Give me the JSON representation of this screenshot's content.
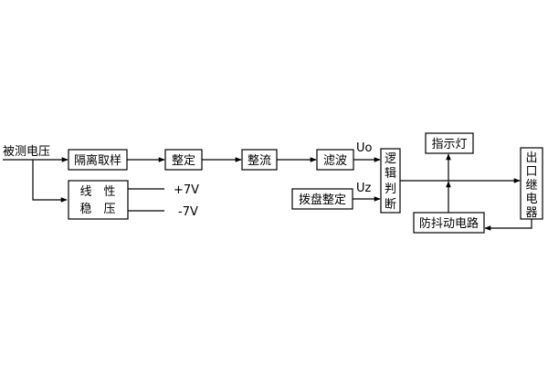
{
  "input_label": "被测电压",
  "blocks": {
    "isolation_sampling": "隔离取样",
    "regulator_line1": "线　性",
    "regulator_line2": "稳　压",
    "shaping_1": "整定",
    "rectifier": "整流",
    "filter": "滤波",
    "dial_setting": "拨盘整定",
    "logic_c1": "逻",
    "logic_c2": "辑",
    "logic_c3": "判",
    "logic_c4": "断",
    "indicator_lamp": "指示灯",
    "anti_jitter": "防抖动电路",
    "relay_c1": "出",
    "relay_c2": "口",
    "relay_c3": "继",
    "relay_c4": "电",
    "relay_c5": "器"
  },
  "labels": {
    "plus_7v": "+7V",
    "minus_7v": "-7V",
    "uo": "Uo",
    "uz": "Uz"
  }
}
